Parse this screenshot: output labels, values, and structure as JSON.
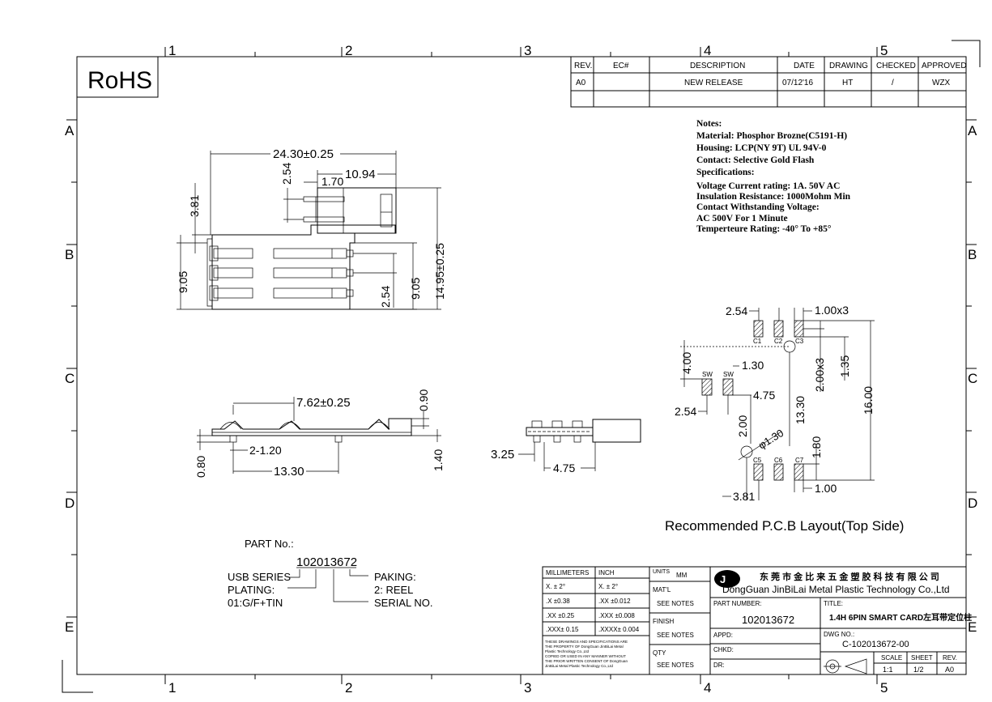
{
  "rohs": "RoHS",
  "zones": {
    "cols": [
      "1",
      "2",
      "3",
      "4",
      "5"
    ],
    "rows": [
      "A",
      "B",
      "C",
      "D",
      "E"
    ]
  },
  "revision": {
    "headers": [
      "REV.",
      "EC#",
      "DESCRIPTION",
      "DATE",
      "DRAWING",
      "CHECKED",
      "APPROVED"
    ],
    "row": [
      "A0",
      "",
      "NEW RELEASE",
      "07/12'16",
      "HT",
      "/",
      "WZX"
    ]
  },
  "notes": [
    "Notes:",
    "Material: Phosphor Brozne(C5191-H)",
    "Housing: LCP(NY 9T) UL 94V-0",
    "Contact: Selective Gold Flash",
    "Specifications:",
    "Voltage Current rating: 1A. 50V AC",
    "Insulation Resistance: 1000Mohm Min",
    "Contact Withstanding Voltage:",
    "AC 500V For 1 Minute",
    "Temperteure Rating: -40° To +85°"
  ],
  "top_view": {
    "dim_width": "24.30±0.25",
    "dim_1094": "10.94",
    "dim_170": "1.70",
    "dim_254a": "2.54",
    "dim_381": "3.81",
    "dim_905a": "9.05",
    "dim_254b": "2.54",
    "dim_905b": "9.05",
    "dim_1495": "14.95±0.25"
  },
  "side_view": {
    "dim_762": "7.62±0.25",
    "dim_090": "0.90",
    "dim_2120": "2-1.20",
    "dim_080": "0.80",
    "dim_1330": "13.30",
    "dim_140": "1.40"
  },
  "end_view": {
    "dim_325": "3.25",
    "dim_475": "4.75"
  },
  "pcb": {
    "dim_254a": "2.54",
    "dim_100x3": "1.00x3",
    "dim_400": "4.00",
    "dim_130": "1.30",
    "dim_200x3": "2.00x3",
    "dim_135": "1.35",
    "dim_254b": "2.54",
    "dim_475": "4.75",
    "dim_200": "2.00",
    "dim_1330": "13.30",
    "dim_1600": "16.00",
    "dim_phi130": "φ1.30",
    "dim_180": "1.80",
    "dim_381": "3.81",
    "dim_100": "1.00",
    "pad_labels": [
      "C1",
      "C2",
      "C3",
      "C5",
      "C6",
      "C7",
      "SW",
      "SW"
    ],
    "caption": "Recommended P.C.B Layout(Top Side)"
  },
  "part_number": {
    "heading": "PART No.:",
    "number": "102013672",
    "usb_series": "USB SERIES",
    "plating_label": "PLATING:",
    "plating_value": "01:G/F+TIN",
    "paking_label": "PAKING:",
    "paking_value": "2: REEL",
    "serial": "SERIAL NO."
  },
  "tolerance": {
    "headers": [
      "MILLIMETERS",
      "INCH"
    ],
    "rows": [
      [
        "X.  ± 2°",
        "X.  ± 2°"
      ],
      [
        ".X  ±0.38",
        ".XX  ±0.012"
      ],
      [
        ".XX ±0.25",
        ".XXX ±0.008"
      ],
      [
        ".XXX± 0.15",
        ".XXXX± 0.004"
      ]
    ],
    "proprietary": [
      "THESE DRAWINGS AND SPECIFICATIONS ARE",
      "THE PROPERTY OF DongGuan JinBiLai Metal",
      "Plastic Technology Co.,Ltd",
      "COPIED OR USED IN ANY MANNER WITHOUT",
      "THE PRIOR WRITTEN CONSENT OF DongGuan",
      "JinBiLai Metal Plastic Technology Co.,Ltd"
    ]
  },
  "spec_column": {
    "units_label": "UNITS",
    "units_value": "MM",
    "matl_label": "MAT'L",
    "matl_value": "SEE NOTES",
    "finish_label": "FINISH",
    "finish_value": "SEE NOTES",
    "qty_label": "QTY",
    "qty_value": "SEE NOTES"
  },
  "company": {
    "name_cn": "东 莞 市 金 比 来 五 金 塑 胶 科 技 有 限 公 司",
    "name_en": "DongGuan JinBiLai Metal Plastic Technology Co.,Ltd"
  },
  "title_block": {
    "part_number_label": "PART NUMBER:",
    "part_number_value": "102013672",
    "title_label": "TITLE:",
    "title_value": "1.4H 6PIN SMART CARD左耳带定位柱",
    "appd_label": "APPD:",
    "dwg_label": "DWG NO.:",
    "dwg_value": "C-102013672-00",
    "chkd_label": "CHKD:",
    "dr_label": "DR:",
    "scale_label": "SCALE",
    "scale_value": "1:1",
    "sheet_label": "SHEET",
    "sheet_value": "1/2",
    "rev_label": "REV.",
    "rev_value": "A0"
  }
}
